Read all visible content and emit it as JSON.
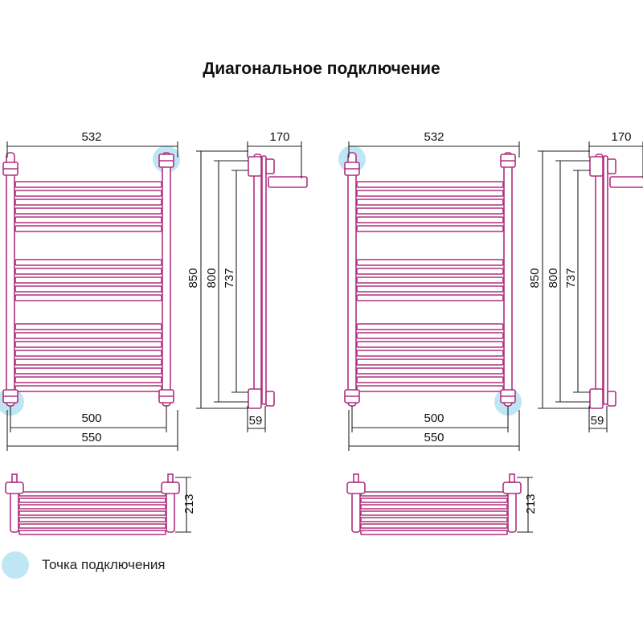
{
  "title": "Диагональное подключение",
  "legend": {
    "label": "Точка подключения"
  },
  "diagrams": [
    {
      "connection_points": [
        "top-right",
        "bottom-left"
      ],
      "front_view": {
        "width_top": "532",
        "width_inner": "500",
        "width_total": "550"
      },
      "side_view": {
        "depth": "170",
        "height_total": "850",
        "height_mid": "800",
        "height_inner": "737",
        "offset": "59"
      },
      "top_view": {
        "depth": "213"
      }
    },
    {
      "connection_points": [
        "top-left",
        "bottom-right"
      ],
      "front_view": {
        "width_top": "532",
        "width_inner": "500",
        "width_total": "550"
      },
      "side_view": {
        "depth": "170",
        "height_total": "850",
        "height_mid": "800",
        "height_inner": "737",
        "offset": "59"
      },
      "top_view": {
        "depth": "213"
      }
    }
  ],
  "colors": {
    "rail": "#b0307e",
    "rail_fill": "#ffffff",
    "dimension": "#222222",
    "connection": "#bfe6f4"
  }
}
